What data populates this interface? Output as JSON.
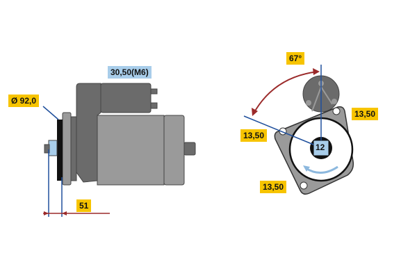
{
  "side_view": {
    "terminal_label": "30,50(M6)",
    "flange_diameter_label": "Ø 92,0",
    "flange_to_pinion_label": "51"
  },
  "front_view": {
    "angle_label": "67°",
    "mount_hole_labels": [
      "13,50",
      "13,50",
      "13,50"
    ],
    "pinion_teeth_label": "12"
  },
  "colors": {
    "label_yellow": "#f7c400",
    "label_blue": "#a8cdea",
    "dimension_line_blue": "#1f4f9c",
    "arrow_red": "#9b2a2a",
    "body_gray": "#9a9a9a",
    "dark_gray": "#6b6b6b"
  }
}
